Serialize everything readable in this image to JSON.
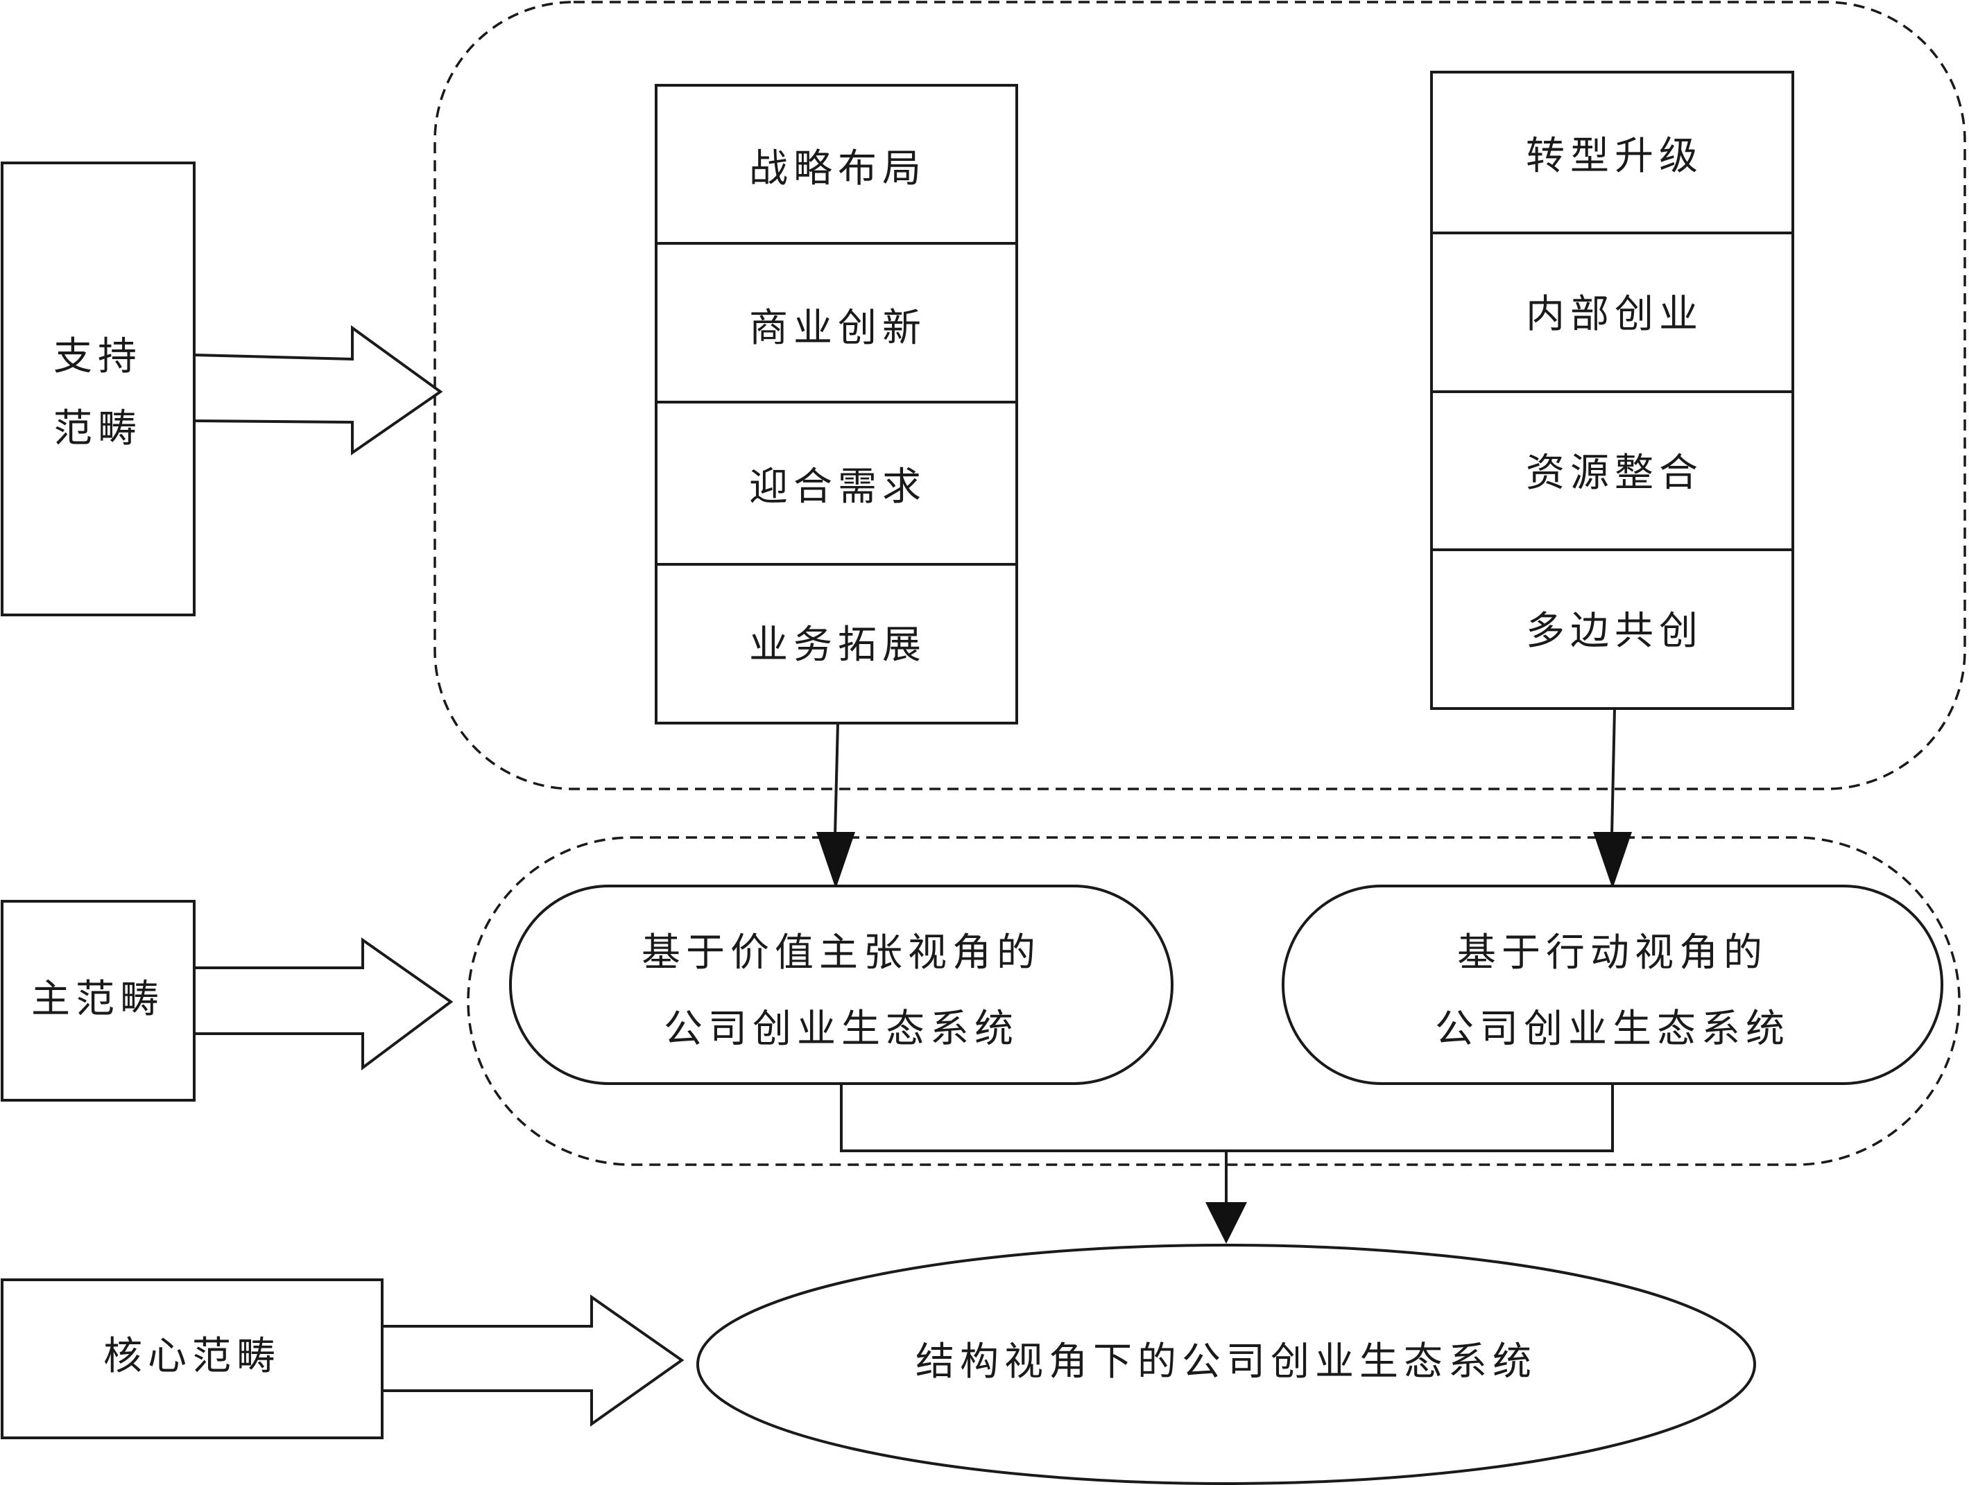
{
  "categories": {
    "support": [
      "支持",
      "范畴"
    ],
    "main": "主范畴",
    "core": "核心范畴"
  },
  "left_column": [
    "战略布局",
    "商业创新",
    "迎合需求",
    "业务拓展"
  ],
  "right_column": [
    "转型升级",
    "内部创业",
    "资源整合",
    "多边共创"
  ],
  "perspectives": {
    "value": [
      "基于价值主张视角的",
      "公司创业生态系统"
    ],
    "action": [
      "基于行动视角的",
      "公司创业生态系统"
    ]
  },
  "core_result": "结构视角下的公司创业生态系统"
}
